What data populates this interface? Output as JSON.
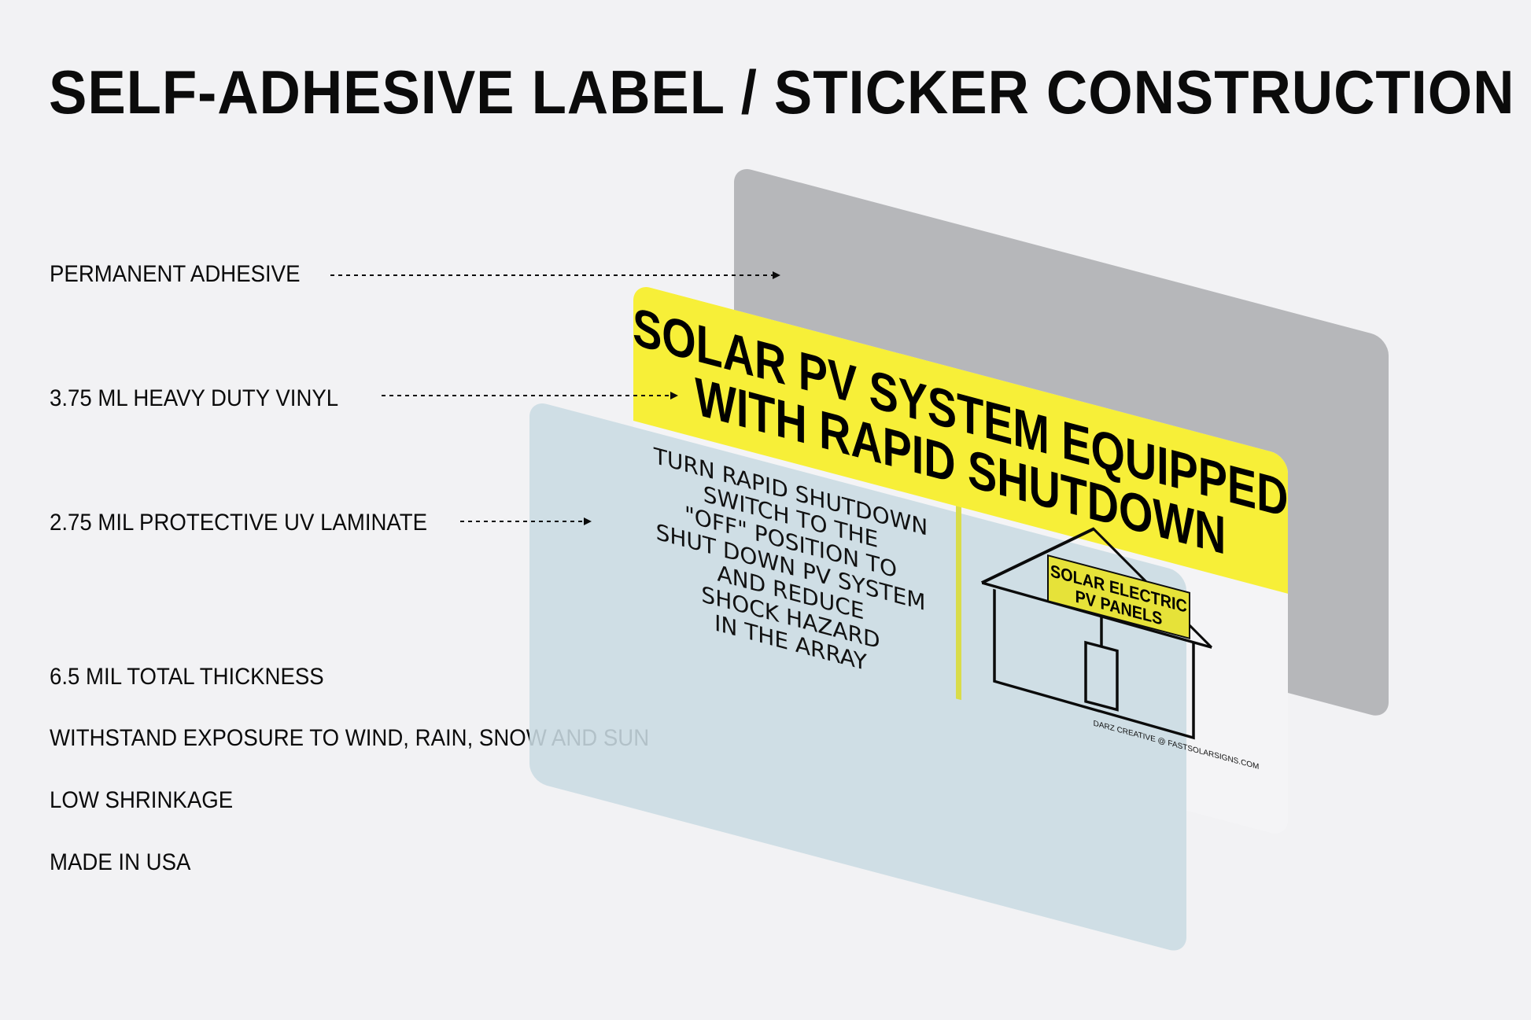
{
  "title": "SELF-ADHESIVE LABEL / STICKER CONSTRUCTION",
  "layers": [
    {
      "label": "PERMANENT ADHESIVE",
      "color": "#b6b7ba"
    },
    {
      "label": "3.75 ML HEAVY DUTY VINYL",
      "color": "#f7ef38"
    },
    {
      "label": "2.75 MIL PROTECTIVE UV LAMINATE",
      "color": "#c9dbe3"
    }
  ],
  "features": [
    "6.5 MIL TOTAL THICKNESS",
    "WITHSTAND EXPOSURE TO WIND, RAIN, SNOW AND SUN",
    "LOW SHRINKAGE",
    "MADE IN USA"
  ],
  "sign": {
    "headline_line1": "SOLAR PV SYSTEM EQUIPPED",
    "headline_line2": "WITH RAPID SHUTDOWN",
    "instructions": [
      "TURN RAPID SHUTDOWN",
      "SWITCH TO THE",
      "\"OFF\" POSITION TO",
      "SHUT DOWN PV SYSTEM",
      "AND REDUCE",
      "SHOCK HAZARD",
      "IN THE ARRAY"
    ],
    "panel_label_line1": "SOLAR ELECTRIC",
    "panel_label_line2": "PV PANELS",
    "credit": "DARZ CREATIVE @ FASTSOLARSIGNS.COM"
  }
}
